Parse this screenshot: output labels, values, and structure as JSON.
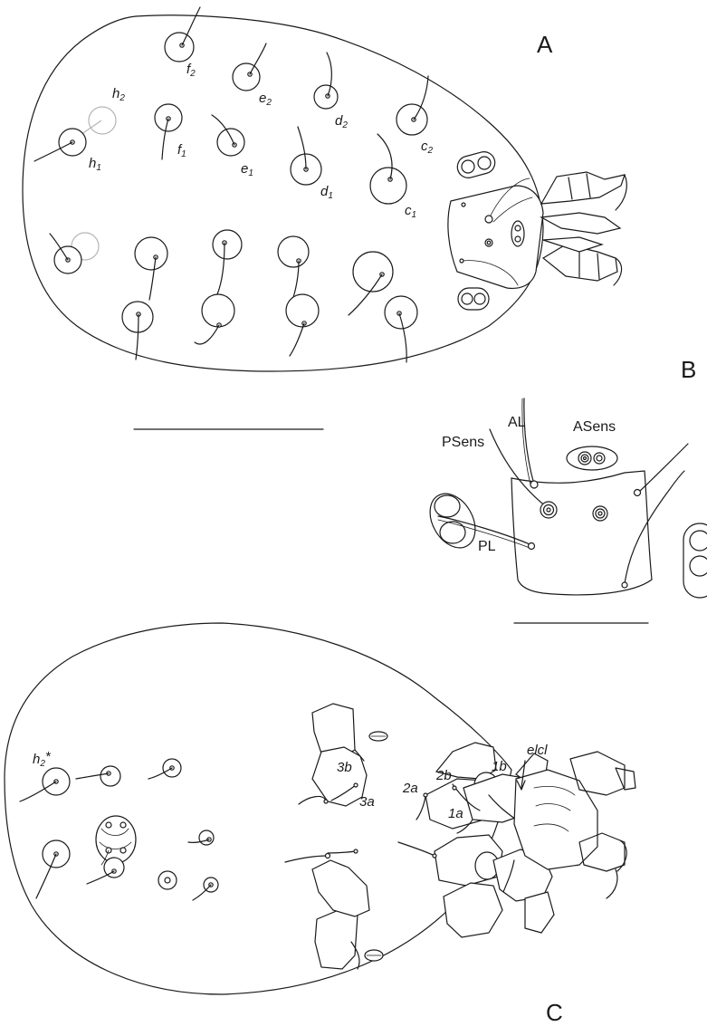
{
  "panels": {
    "a": "A",
    "b": "B",
    "c": "C"
  },
  "panel_a_labels": {
    "f2_main": "f",
    "f2_sub": "2",
    "e2_main": "e",
    "e2_sub": "2",
    "d2_main": "d",
    "d2_sub": "2",
    "c2_main": "c",
    "c2_sub": "2",
    "h2_main": "h",
    "h2_sub": "2",
    "h1_main": "h",
    "h1_sub": "1",
    "f1_main": "f",
    "f1_sub": "1",
    "e1_main": "e",
    "e1_sub": "1",
    "d1_main": "d",
    "d1_sub": "1",
    "c1_main": "c",
    "c1_sub": "1"
  },
  "panel_b_labels": {
    "al": "AL",
    "asens": "ASens",
    "psens": "PSens",
    "pl": "PL"
  },
  "panel_c_labels": {
    "h2star_main": "h",
    "h2star_sub": "2",
    "h2star_mark": "*",
    "3b": "3b",
    "3a": "3a",
    "2b": "2b",
    "2a": "2a",
    "1b": "1b",
    "1a": "1a",
    "elcl": "elcl"
  },
  "scale_bars": [
    "panel-a",
    "panel-b"
  ]
}
